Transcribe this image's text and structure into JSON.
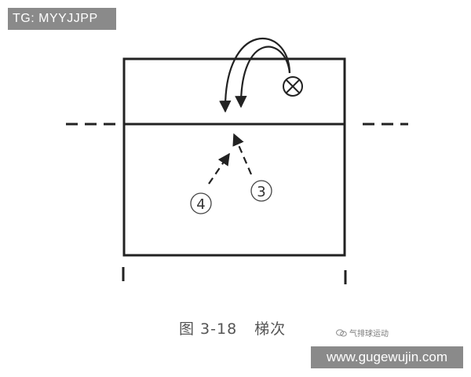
{
  "watermark_top": "TG: MYYJJPP",
  "caption": {
    "figure_label": "图 3-18",
    "title": "梯次"
  },
  "wechat_label": "气排球运动",
  "watermark_bottom": "www.gugewujin.com",
  "markers": {
    "player_4": "4",
    "player_3": "3"
  },
  "icons": [
    "serve-target-icon",
    "wechat-icon"
  ]
}
